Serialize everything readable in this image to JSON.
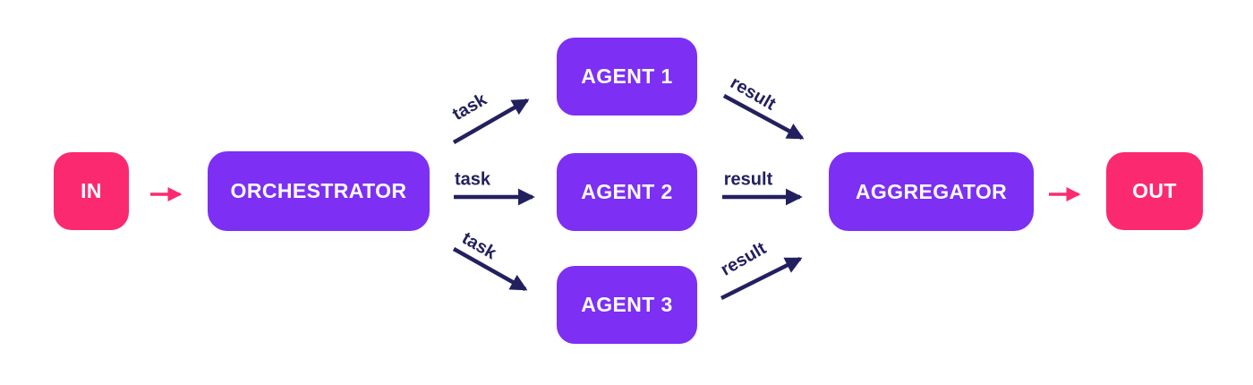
{
  "diagram": {
    "title": "orchestrator-workers-pattern",
    "colors": {
      "background": "#FFFFFF",
      "node_purple": "#7D2FF3",
      "node_pink": "#FB2A70",
      "arrow_navy": "#232060",
      "arrow_pink": "#FB2A70",
      "node_text": "#FFFFFF"
    },
    "nodes": {
      "in": {
        "label": "IN"
      },
      "orchestrator": {
        "label": "ORCHESTRATOR"
      },
      "agent1": {
        "label": "AGENT 1"
      },
      "agent2": {
        "label": "AGENT 2"
      },
      "agent3": {
        "label": "AGENT 3"
      },
      "aggregator": {
        "label": "AGGREGATOR"
      },
      "out": {
        "label": "OUT"
      }
    },
    "edge_labels": {
      "task_top": "task",
      "task_mid": "task",
      "task_bottom": "task",
      "result_top": "result",
      "result_mid": "result",
      "result_bottom": "result"
    }
  }
}
